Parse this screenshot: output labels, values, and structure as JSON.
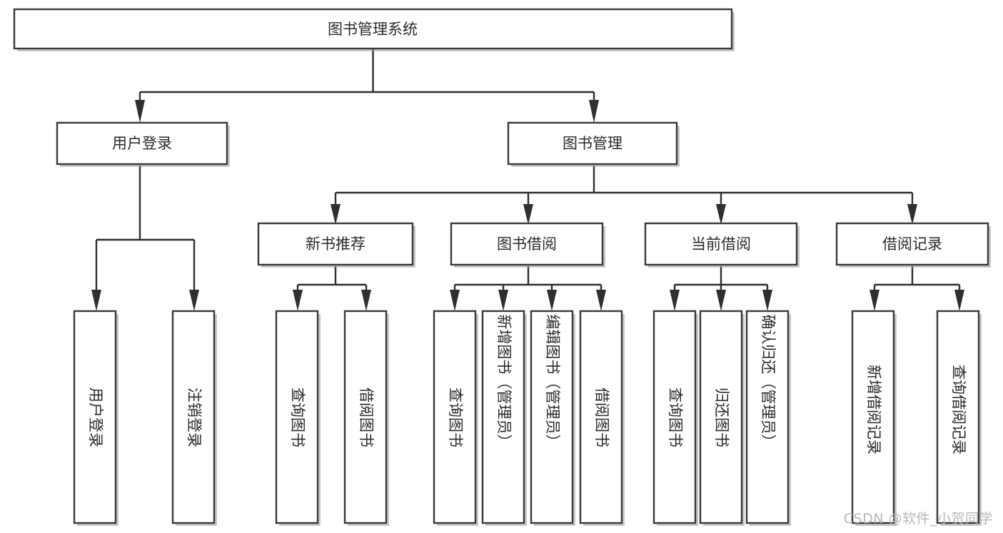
{
  "diagram": {
    "type": "tree",
    "title": "图书管理系统",
    "watermark": "CSDN @软件_小贺同学",
    "colors": {
      "box_border": "#393939",
      "box_fill": "#ffffff",
      "edge": "#2f2f2f",
      "text": "#2a2a2a",
      "watermark": "#b7b7b7",
      "background": "#ffffff"
    },
    "root": {
      "id": "root",
      "label": "图书管理系统"
    },
    "level2": [
      {
        "id": "user-login",
        "label": "用户登录"
      },
      {
        "id": "book-manage",
        "label": "图书管理"
      }
    ],
    "level3": [
      {
        "id": "new-book-recommend",
        "label": "新书推荐",
        "parent": "book-manage"
      },
      {
        "id": "book-borrow",
        "label": "图书借阅",
        "parent": "book-manage"
      },
      {
        "id": "current-borrow",
        "label": "当前借阅",
        "parent": "book-manage"
      },
      {
        "id": "borrow-record",
        "label": "借阅记录",
        "parent": "book-manage"
      }
    ],
    "leaves": {
      "user-login": [
        {
          "id": "leaf-user-login",
          "label": "用户登录"
        },
        {
          "id": "leaf-user-logout",
          "label": "注销登录"
        }
      ],
      "new-book-recommend": [
        {
          "id": "leaf-query-book-1",
          "label": "查询图书"
        },
        {
          "id": "leaf-borrow-book-1",
          "label": "借阅图书"
        }
      ],
      "book-borrow": [
        {
          "id": "leaf-query-book-2",
          "label": "查询图书"
        },
        {
          "id": "leaf-add-book",
          "label": "新增图书（管理员）"
        },
        {
          "id": "leaf-edit-book",
          "label": "编辑图书（管理员）"
        },
        {
          "id": "leaf-borrow-book-2",
          "label": "借阅图书"
        }
      ],
      "current-borrow": [
        {
          "id": "leaf-query-book-3",
          "label": "查询图书"
        },
        {
          "id": "leaf-return-book",
          "label": "归还图书"
        },
        {
          "id": "leaf-confirm-return",
          "label": "确认归还（管理员）"
        }
      ],
      "borrow-record": [
        {
          "id": "leaf-add-record",
          "label": "新增借阅记录"
        },
        {
          "id": "leaf-query-record",
          "label": "查询借阅记录"
        }
      ]
    }
  }
}
